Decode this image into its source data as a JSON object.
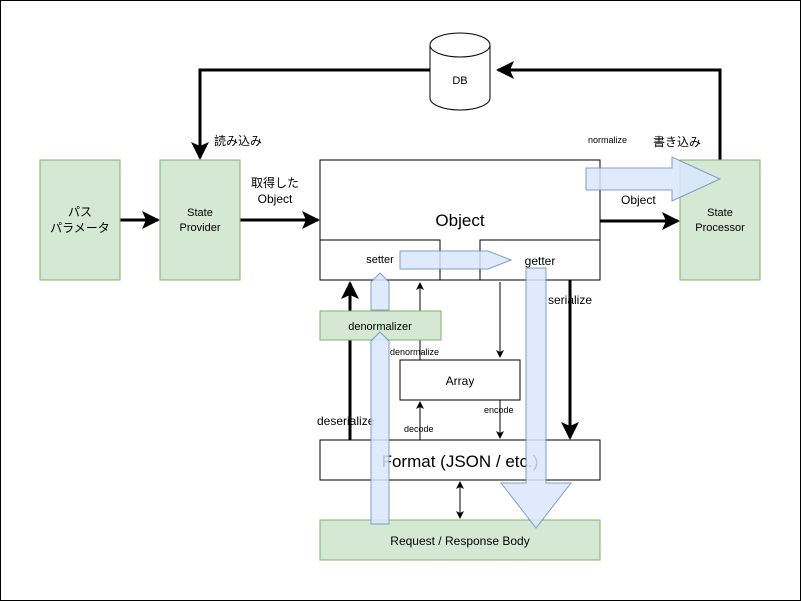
{
  "nodes": {
    "db": "DB",
    "path_params_line1": "パス",
    "path_params_line2": "パラメータ",
    "state_provider_line1": "State",
    "state_provider_line2": "Provider",
    "object_title": "Object",
    "setter": "setter",
    "getter": "getter",
    "denormalizer": "denormalizer",
    "array": "Array",
    "format": "Format (JSON / etc.)",
    "request_response_body": "Request / Response Body",
    "state_processor_line1": "State",
    "state_processor_line2": "Processor"
  },
  "labels": {
    "read": "読み込み",
    "fetched_object_line1": "取得した",
    "fetched_object_line2": "Object",
    "normalize": "normalize",
    "write": "書き込み",
    "object_to_processor": "Object",
    "serialize": "serialize",
    "denormalize": "denormalize",
    "deserialize": "deserialize",
    "decode": "decode",
    "encode": "encode"
  },
  "colors": {
    "green_fill": "#d5e8d4",
    "green_stroke": "#82b366",
    "blue_fill": "#dae8fc",
    "blue_stroke": "#6c8ebf",
    "line": "#000000"
  }
}
